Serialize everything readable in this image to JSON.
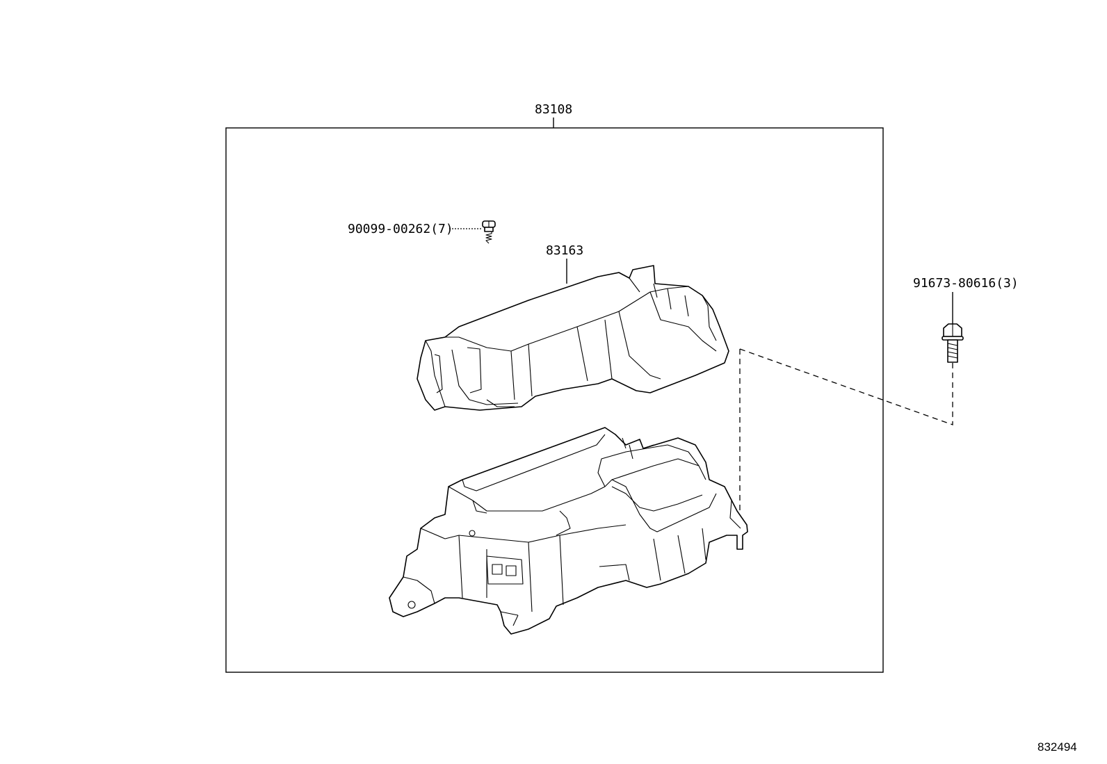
{
  "labels": {
    "assembly": "83108",
    "cover": "83163",
    "screw": "90099-00262(7)",
    "bolt": "91673-80616(3)",
    "diagram_id": "832494"
  },
  "icons": {
    "screw": "screw-icon",
    "bolt": "bolt-icon"
  }
}
